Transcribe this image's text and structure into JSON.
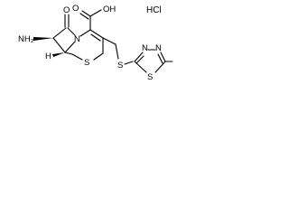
{
  "molecule": {
    "salt": "HCl",
    "atoms": {
      "amine": "NH₂",
      "n_ring": "N",
      "o_ketone": "O",
      "cooh": "OH",
      "o_acid": "O",
      "h_stereo": "H",
      "s_ring": "S",
      "s_thioether": "S",
      "s_thiadiazole": "S",
      "n_thiadiazole_1": "N",
      "n_thiadiazole_2": "N"
    }
  }
}
